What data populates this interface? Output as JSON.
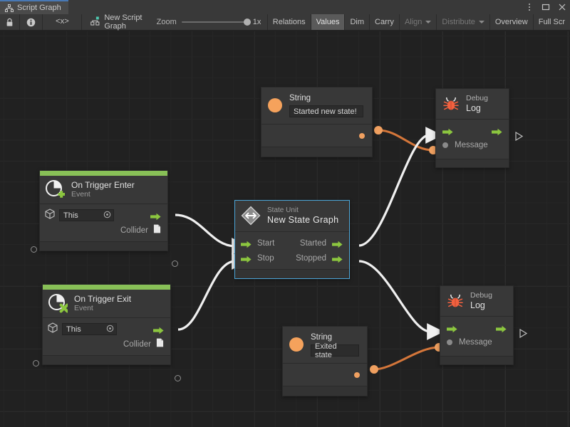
{
  "window": {
    "tab_label": "Script Graph",
    "tab_icon": "script-graph-icon",
    "menu_icon": "kebab-menu-icon",
    "maximize_icon": "maximize-icon",
    "close_icon": "close-icon"
  },
  "toolbar": {
    "lock_icon": "lock-icon",
    "info_icon": "info-icon",
    "code_icon": "code-icon",
    "code_label": "<x>",
    "graph_icon": "graph-node-icon",
    "graph_name": "New Script Graph",
    "zoom_label": "Zoom",
    "zoom_value": "1x",
    "tools": [
      {
        "label": "Relations",
        "state": "normal"
      },
      {
        "label": "Values",
        "state": "active"
      },
      {
        "label": "Dim",
        "state": "normal"
      },
      {
        "label": "Carry",
        "state": "normal"
      },
      {
        "label": "Align",
        "state": "disabled",
        "caret": true
      },
      {
        "label": "Distribute",
        "state": "disabled",
        "caret": true
      },
      {
        "label": "Overview",
        "state": "normal"
      },
      {
        "label": "Full Scr",
        "state": "normal"
      }
    ]
  },
  "graph": {
    "nodes": {
      "string_top": {
        "title": "String",
        "value": "Started new state!",
        "icon": "string-value-icon"
      },
      "debug_log_top": {
        "title_line1": "Debug",
        "title_line2": "Log",
        "icon": "bug-icon",
        "message_label": "Message",
        "in_flow_icon": "flow-arrow-in-icon",
        "out_flow_icon": "flow-arrow-out-icon"
      },
      "on_trigger_enter": {
        "title": "On Trigger Enter",
        "subtitle": "Event",
        "icon": "event-enter-icon",
        "target_label": "This",
        "target_icon": "gameobject-icon",
        "collider_label": "Collider",
        "collider_icon": "collider-doc-icon"
      },
      "state_unit": {
        "kind_label": "State Unit",
        "title": "New  State  Graph",
        "icon": "state-unit-icon",
        "ports_in": [
          "Start",
          "Stop"
        ],
        "ports_out": [
          "Started",
          "Stopped"
        ]
      },
      "on_trigger_exit": {
        "title": "On Trigger Exit",
        "subtitle": "Event",
        "icon": "event-exit-icon",
        "target_label": "This",
        "target_icon": "gameobject-icon",
        "collider_label": "Collider",
        "collider_icon": "collider-doc-icon"
      },
      "string_bottom": {
        "title": "String",
        "value": "Exited state",
        "icon": "string-value-icon"
      },
      "debug_log_bottom": {
        "title_line1": "Debug",
        "title_line2": "Log",
        "icon": "bug-icon",
        "message_label": "Message",
        "in_flow_icon": "flow-arrow-in-icon",
        "out_flow_icon": "flow-arrow-out-icon"
      }
    }
  },
  "colors": {
    "accent_green": "#88c057",
    "flow_edge": "#e8e8e8",
    "value_edge": "#d4763a",
    "value_dot": "#f0a060",
    "selection": "#4da6d8",
    "canvas_bg": "#212121",
    "node_bg": "#383838",
    "chrome_bg": "#393939"
  }
}
